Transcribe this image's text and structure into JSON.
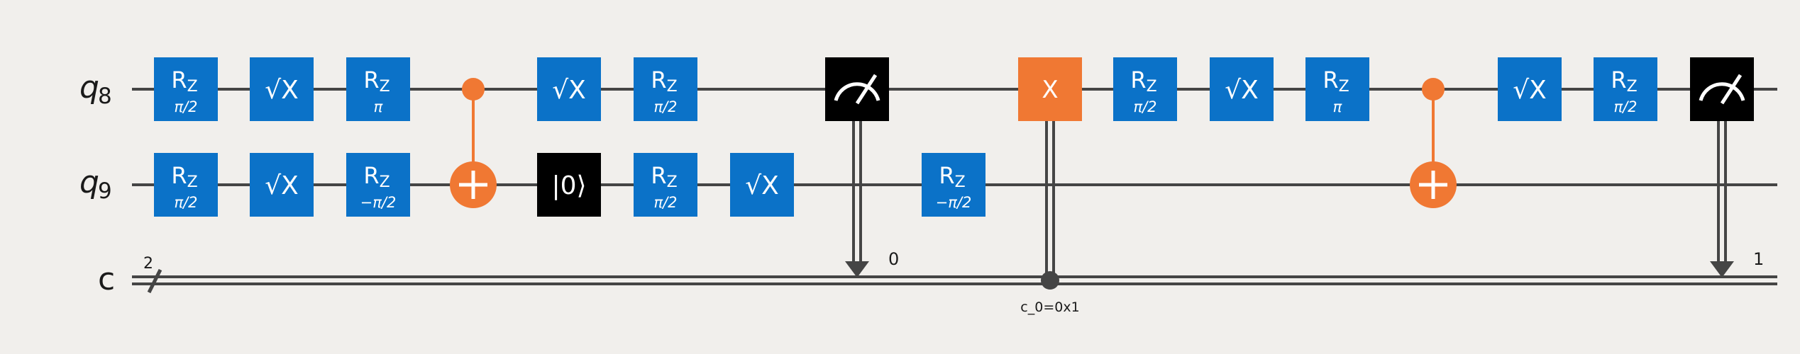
{
  "colors": {
    "background": "#f1efec",
    "wire": "#454545",
    "gate_blue": "#0b72c8",
    "gate_orange": "#f07833",
    "gate_black": "#000000",
    "text_white": "#ffffff",
    "text_dark": "#1a1a1a"
  },
  "wires": {
    "q8": {
      "symbol": "q",
      "subscript": "8"
    },
    "q9": {
      "symbol": "q",
      "subscript": "9"
    },
    "c": {
      "label": "c",
      "width_label": "2"
    }
  },
  "gates": [
    {
      "id": "g1",
      "wire": "q8",
      "type": "rz",
      "name": "R",
      "sub": "Z",
      "param": "π/2"
    },
    {
      "id": "g2",
      "wire": "q9",
      "type": "rz",
      "name": "R",
      "sub": "Z",
      "param": "π/2"
    },
    {
      "id": "g3",
      "wire": "q8",
      "type": "sx",
      "label": "√X"
    },
    {
      "id": "g4",
      "wire": "q9",
      "type": "sx",
      "label": "√X"
    },
    {
      "id": "g5",
      "wire": "q8",
      "type": "rz",
      "name": "R",
      "sub": "Z",
      "param": "π"
    },
    {
      "id": "g6",
      "wire": "q9",
      "type": "rz",
      "name": "R",
      "sub": "Z",
      "param": "−π/2"
    },
    {
      "id": "g7",
      "type": "cx",
      "control": "q8",
      "target": "q9"
    },
    {
      "id": "g8",
      "wire": "q8",
      "type": "sx",
      "label": "√X"
    },
    {
      "id": "g9",
      "wire": "q9",
      "type": "reset",
      "label": "|0⟩"
    },
    {
      "id": "g10",
      "wire": "q8",
      "type": "rz",
      "name": "R",
      "sub": "Z",
      "param": "π/2"
    },
    {
      "id": "g11",
      "wire": "q9",
      "type": "rz",
      "name": "R",
      "sub": "Z",
      "param": "π/2"
    },
    {
      "id": "g12",
      "wire": "q9",
      "type": "sx",
      "label": "√X"
    },
    {
      "id": "g13",
      "wire": "q8",
      "type": "measure",
      "bit_label": "0"
    },
    {
      "id": "g14",
      "wire": "q9",
      "type": "rz",
      "name": "R",
      "sub": "Z",
      "param": "−π/2"
    },
    {
      "id": "g15",
      "wire": "q8",
      "type": "cond_x",
      "label": "X",
      "condition": "c_0=0x1"
    },
    {
      "id": "g16",
      "wire": "q8",
      "type": "rz",
      "name": "R",
      "sub": "Z",
      "param": "π/2"
    },
    {
      "id": "g17",
      "wire": "q8",
      "type": "sx",
      "label": "√X"
    },
    {
      "id": "g18",
      "wire": "q8",
      "type": "rz",
      "name": "R",
      "sub": "Z",
      "param": "π"
    },
    {
      "id": "g19",
      "type": "cx",
      "control": "q8",
      "target": "q9"
    },
    {
      "id": "g20",
      "wire": "q8",
      "type": "sx",
      "label": "√X"
    },
    {
      "id": "g21",
      "wire": "q8",
      "type": "rz",
      "name": "R",
      "sub": "Z",
      "param": "π/2"
    },
    {
      "id": "g22",
      "wire": "q8",
      "type": "measure",
      "bit_label": "1"
    }
  ]
}
